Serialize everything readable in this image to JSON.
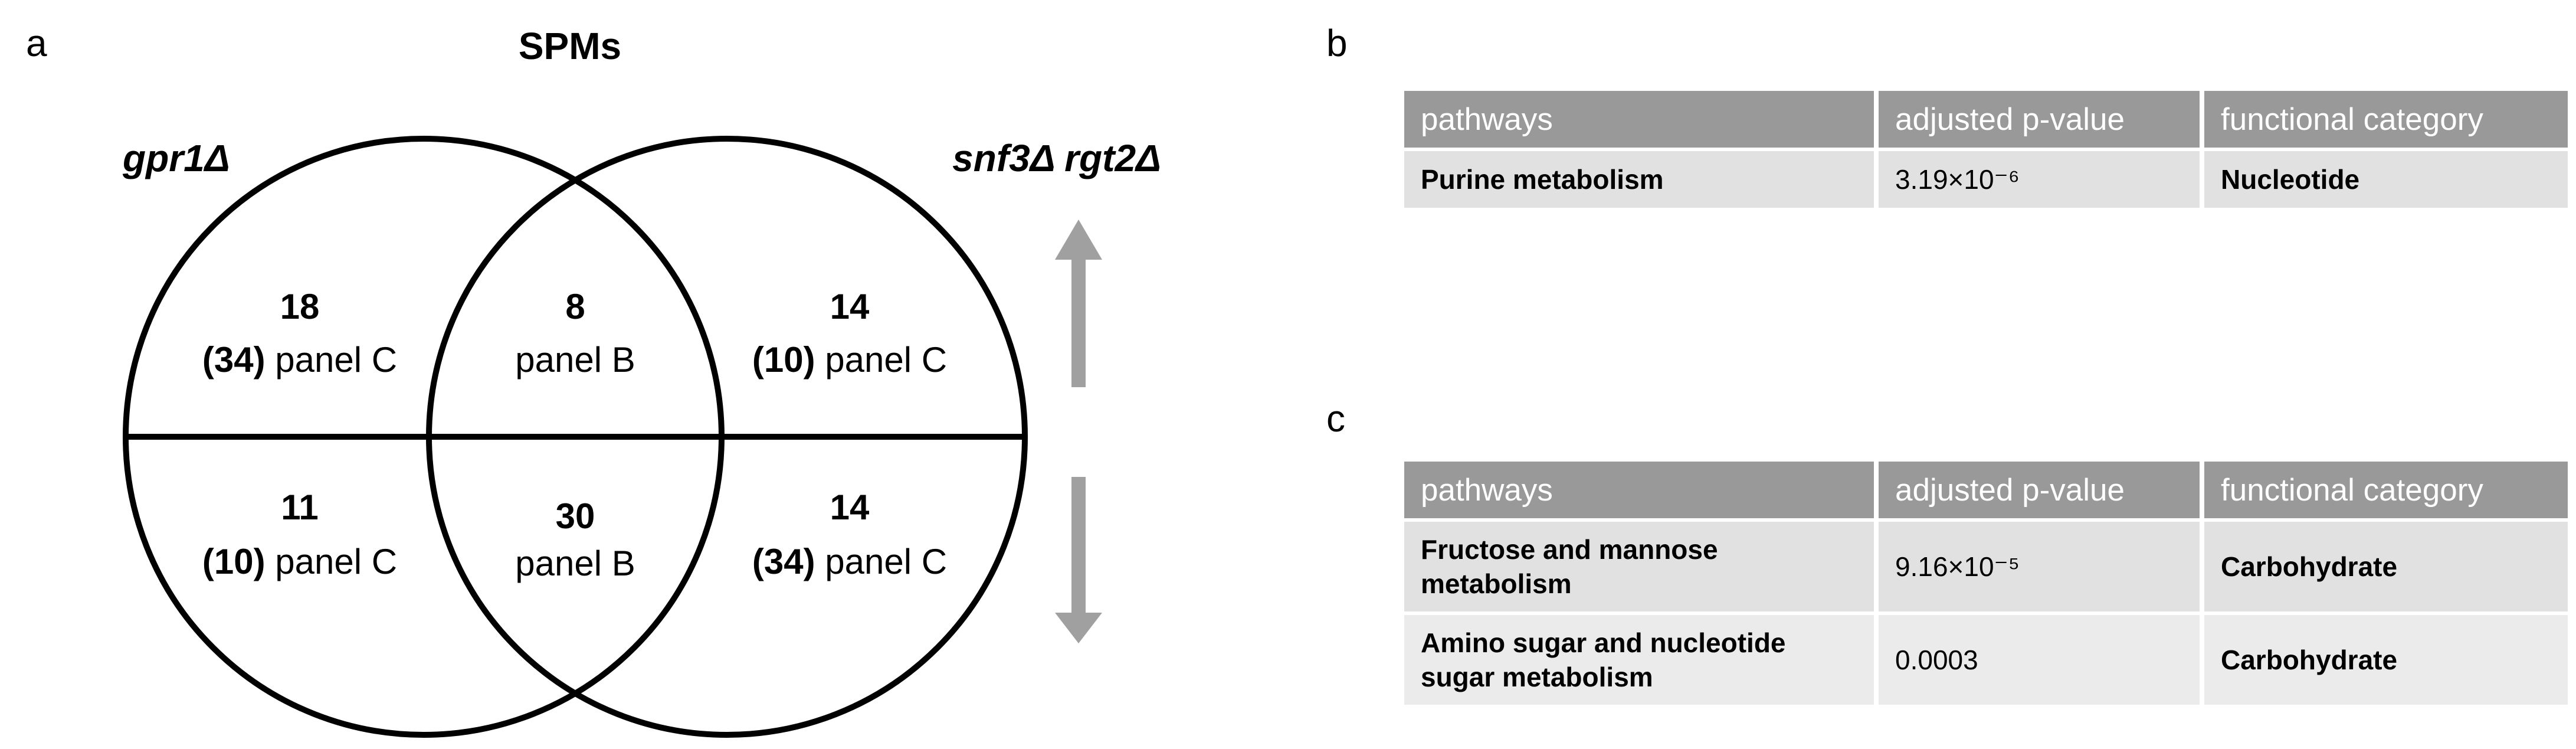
{
  "panels": {
    "a": "a",
    "b": "b",
    "c": "c"
  },
  "venn": {
    "title": "SPMs",
    "left_label": "gpr1Δ",
    "right_label": "snf3Δ rgt2Δ",
    "regions": [
      {
        "id": "left-top",
        "count": "18",
        "paren": "(34)",
        "panel": "panel C"
      },
      {
        "id": "center-top",
        "count": "8",
        "paren": "",
        "panel": "panel B"
      },
      {
        "id": "right-top",
        "count": "14",
        "paren": "(10)",
        "panel": "panel C"
      },
      {
        "id": "left-bottom",
        "count": "11",
        "paren": "(10)",
        "panel": "panel C"
      },
      {
        "id": "center-bottom",
        "count": "30",
        "paren": "",
        "panel": "panel B"
      },
      {
        "id": "right-bottom",
        "count": "14",
        "paren": "(34)",
        "panel": "panel C"
      }
    ],
    "colors": {
      "line": "#000000",
      "arrow": "#a0a0a0"
    }
  },
  "table_b": {
    "headers": [
      "pathways",
      "adjusted p-value",
      "functional category"
    ],
    "rows": [
      {
        "pathway": "Purine metabolism",
        "pvalue": "3.19×10⁻⁶",
        "category": "Nucleotide"
      }
    ]
  },
  "table_c": {
    "headers": [
      "pathways",
      "adjusted p-value",
      "functional category"
    ],
    "rows": [
      {
        "pathway_l1": "Fructose and mannose",
        "pathway_l2": "metabolism",
        "pvalue": "9.16×10⁻⁵",
        "category": "Carbohydrate"
      },
      {
        "pathway_l1": "Amino sugar and nucleotide",
        "pathway_l2": "sugar metabolism",
        "pvalue": "0.0003",
        "category": "Carbohydrate"
      }
    ]
  },
  "colors": {
    "header_bg": "#999999",
    "row_bg": "#e1e1e1",
    "row_alt_bg": "#ebebeb"
  }
}
